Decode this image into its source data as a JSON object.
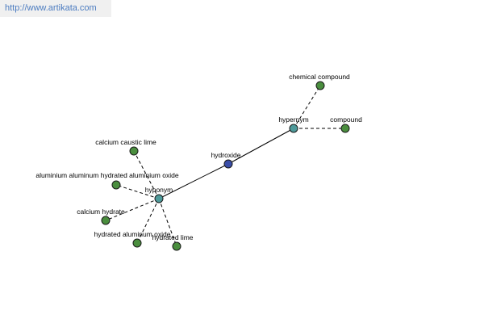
{
  "site": {
    "url_text": "http://www.artikata.com"
  },
  "colors": {
    "banner_background": "#f0f0f0",
    "link": "#4c7cc0",
    "term_node": "#3a4ea8",
    "relation_node": "#4e9a9a",
    "leaf_node": "#4a8e3e"
  },
  "graph": {
    "nodes": [
      {
        "id": "hydroxide",
        "label": "hydroxide",
        "kind": "term"
      },
      {
        "id": "hypernym",
        "label": "hypernym",
        "kind": "relation"
      },
      {
        "id": "hyponym",
        "label": "hyponym",
        "kind": "relation"
      },
      {
        "id": "chemical-compound",
        "label": "chemical compound",
        "kind": "leaf"
      },
      {
        "id": "compound",
        "label": "compound",
        "kind": "leaf"
      },
      {
        "id": "calcium-caustic-lime",
        "label": "calcium caustic lime",
        "kind": "leaf"
      },
      {
        "id": "aluminium-hydrated-oxide",
        "label": "aluminium aluminum hydrated aluminium oxide",
        "kind": "leaf"
      },
      {
        "id": "calcium-hydrate",
        "label": "calcium hydrate",
        "kind": "leaf"
      },
      {
        "id": "hydrated-aluminum-oxide",
        "label": "hydrated aluminum oxide",
        "kind": "leaf"
      },
      {
        "id": "hydrated-lime",
        "label": "hydrated lime",
        "kind": "leaf"
      }
    ],
    "edges": [
      {
        "from": "hydroxide",
        "to": "hypernym",
        "style": "solid"
      },
      {
        "from": "hydroxide",
        "to": "hyponym",
        "style": "solid"
      },
      {
        "from": "hypernym",
        "to": "chemical-compound",
        "style": "dashed"
      },
      {
        "from": "hypernym",
        "to": "compound",
        "style": "dashed"
      },
      {
        "from": "hyponym",
        "to": "calcium-caustic-lime",
        "style": "dashed"
      },
      {
        "from": "hyponym",
        "to": "aluminium-hydrated-oxide",
        "style": "dashed"
      },
      {
        "from": "hyponym",
        "to": "calcium-hydrate",
        "style": "dashed"
      },
      {
        "from": "hyponym",
        "to": "hydrated-aluminum-oxide",
        "style": "dashed"
      },
      {
        "from": "hyponym",
        "to": "hydrated-lime",
        "style": "dashed"
      }
    ]
  }
}
